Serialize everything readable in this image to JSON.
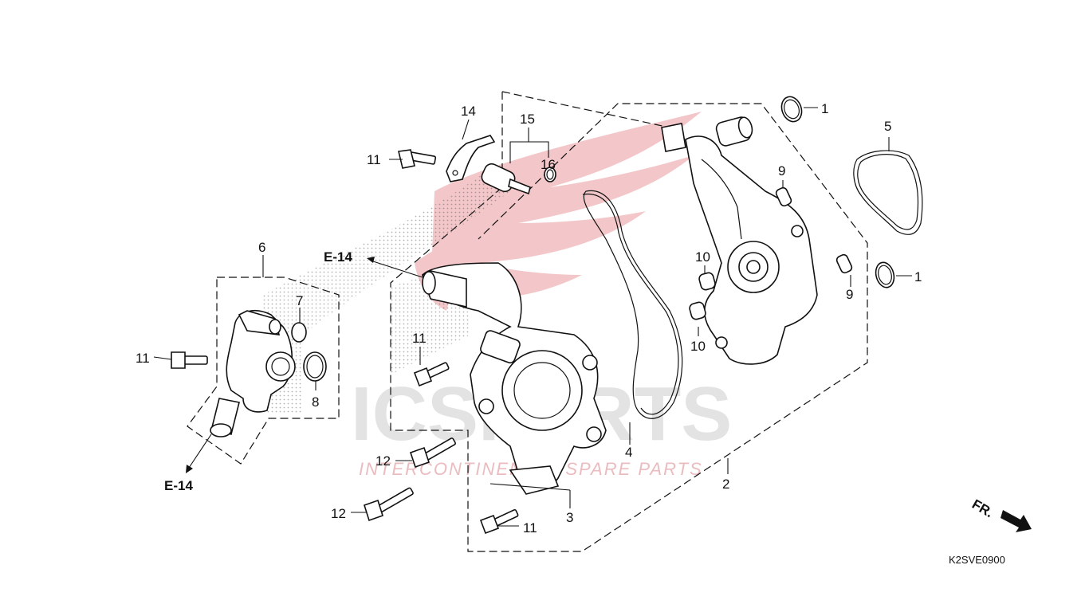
{
  "diagram": {
    "ref_code": "K2SVE0900",
    "front_mark": "FR.",
    "watermark": {
      "brand": "ICSPARTS",
      "tagline": "INTERCONTINENTAL SPARE PARTS"
    },
    "callouts": {
      "c1a": "1",
      "c1b": "1",
      "c2": "2",
      "c3": "3",
      "c4": "4",
      "c5": "5",
      "c6": "6",
      "c7": "7",
      "c8": "8",
      "c9a": "9",
      "c9b": "9",
      "c10a": "10",
      "c10b": "10",
      "c11a": "11",
      "c11b": "11",
      "c11c": "11",
      "c11d": "11",
      "c12a": "12",
      "c12b": "12",
      "c14": "14",
      "c15": "15",
      "c16": "16",
      "e14a": "E-14",
      "e14b": "E-14"
    }
  }
}
